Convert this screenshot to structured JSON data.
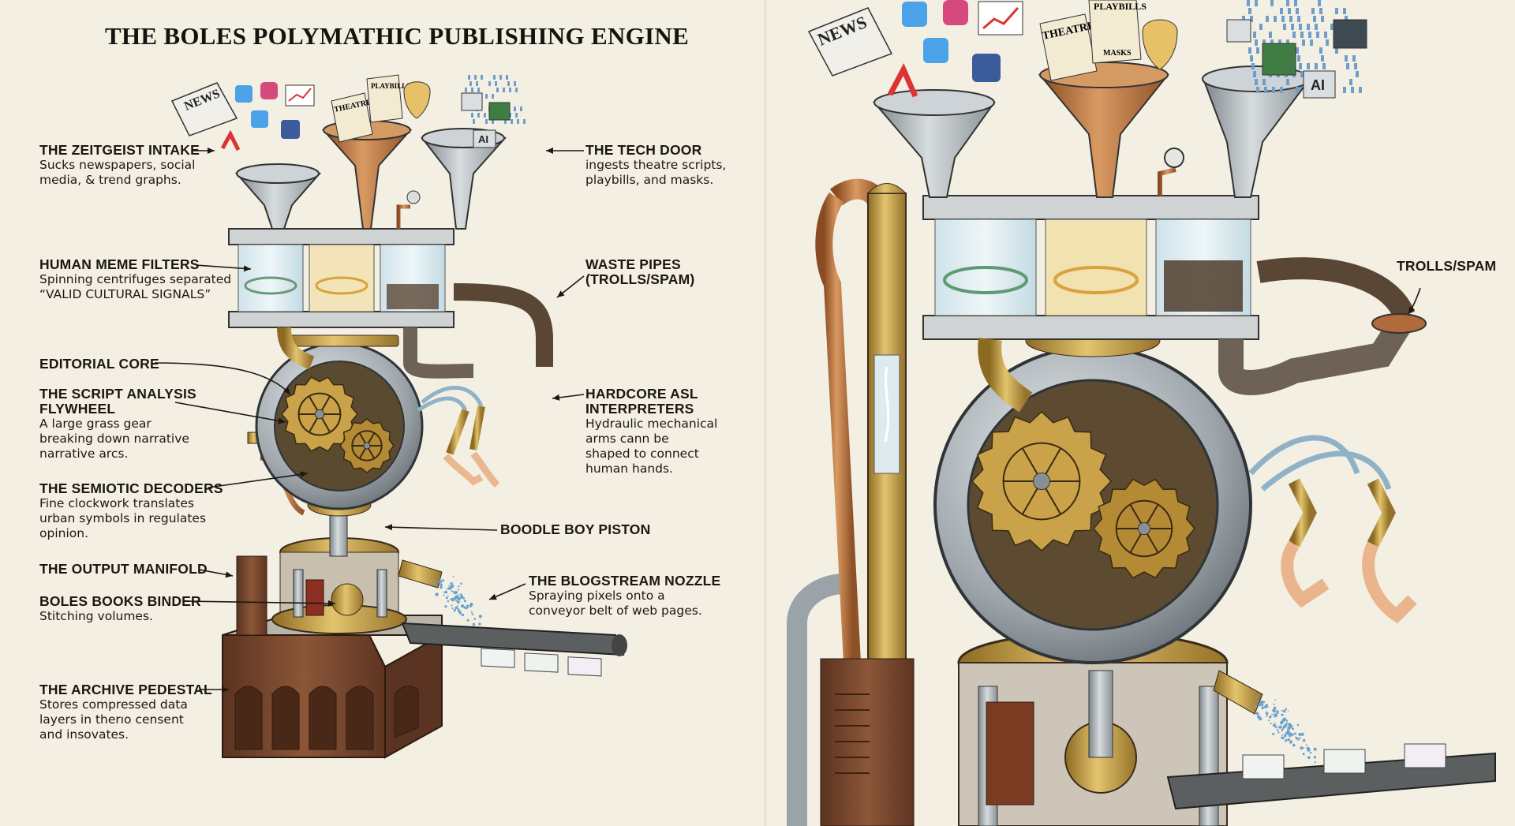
{
  "title": "THE BOLES POLYMATHIC PUBLISHING ENGINE",
  "labels": {
    "zeitgeist": {
      "heading": "THE ZEITGEIST INTAKE",
      "desc": "Sucks newspapers, social\nmedia, & trend graphs."
    },
    "tech_door": {
      "heading": "THE TECH DOOR",
      "desc": "ingests theatre scripts,\nplaybills, and masks."
    },
    "meme_filters": {
      "heading": "HUMAN MEME FILTERS",
      "desc": "Spinning centrifuges separated\n“VALID CULTURAL SIGNALS”"
    },
    "waste_pipes": {
      "heading": "WASTE PIPES\n(TROLLS/SPAM)",
      "desc": ""
    },
    "editorial_core": {
      "heading": "EDITORIAL CORE",
      "desc": ""
    },
    "flywheel": {
      "heading": "THE SCRIPT ANALYSIS\nFLYWHEEL",
      "desc": "A large grass gear\nbreaking down narrative\nnarrative arcs."
    },
    "asl": {
      "heading": "HARDCORE ASL\nINTERPRETERS",
      "desc": "Hydraulic mechanical\narms cann be\nshaped to connect\nhuman hands."
    },
    "semiotic": {
      "heading": "THE SEMIOTIC DECODERS",
      "desc": "Fine clockwork translates\nurban symbols in regulates\nopinion."
    },
    "piston": {
      "heading": "BOODLE BOY PISTON",
      "desc": ""
    },
    "manifold": {
      "heading": "THE OUTPUT MANIFOLD",
      "desc": ""
    },
    "nozzle": {
      "heading": "THE BLOGSTREAM NOZZLE",
      "desc": "Spraying pixels onto a\nconveyor belt of web pages."
    },
    "binder": {
      "heading": "BOLES BOOKS BINDER",
      "desc": "Stitching volumes."
    },
    "pedestal": {
      "heading": "THE ARCHIVE PEDESTAL",
      "desc": "Stores compressed data\nlayers in therıo censent\nand insovates."
    },
    "trolls_right": {
      "heading": "TROLLS/SPAM",
      "desc": ""
    }
  },
  "art_text": {
    "news": "NEWS",
    "theatre": "THEATRE",
    "playbills": "PLAYBILLS",
    "masks": "MASKS",
    "ai": "AI"
  },
  "colors": {
    "background": "#f4efe3",
    "steel": "#a9b0b4",
    "copper": "#b8703c",
    "brass": "#c9a24a",
    "wood": "#7a4a30",
    "ink": "#1c1712"
  }
}
